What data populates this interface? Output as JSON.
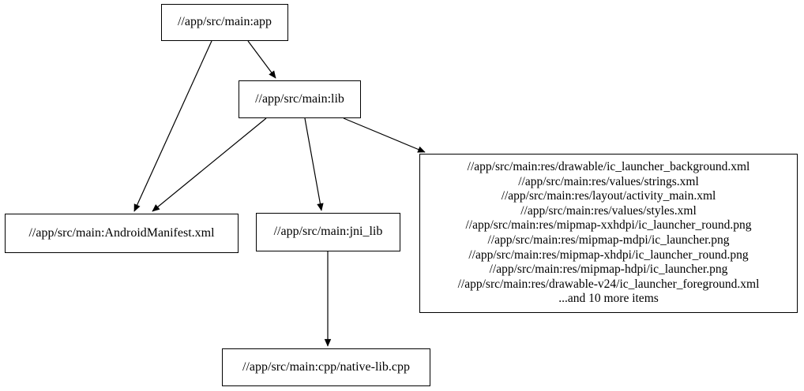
{
  "graph": {
    "type": "directed-dependency-graph",
    "background_color": "#ffffff",
    "node_border_color": "#000000",
    "edge_color": "#000000",
    "nodes": {
      "app": {
        "label": "//app/src/main:app"
      },
      "lib": {
        "label": "//app/src/main:lib"
      },
      "android_manifest": {
        "label": "//app/src/main:AndroidManifest.xml"
      },
      "jni_lib": {
        "label": "//app/src/main:jni_lib"
      },
      "resources": {
        "lines": [
          "//app/src/main:res/drawable/ic_launcher_background.xml",
          "//app/src/main:res/values/strings.xml",
          "//app/src/main:res/layout/activity_main.xml",
          "//app/src/main:res/values/styles.xml",
          "//app/src/main:res/mipmap-xxhdpi/ic_launcher_round.png",
          "//app/src/main:res/mipmap-mdpi/ic_launcher.png",
          "//app/src/main:res/mipmap-xhdpi/ic_launcher_round.png",
          "//app/src/main:res/mipmap-hdpi/ic_launcher.png",
          "//app/src/main:res/drawable-v24/ic_launcher_foreground.xml",
          "...and 10 more items"
        ]
      },
      "native_lib_cpp": {
        "label": "//app/src/main:cpp/native-lib.cpp"
      }
    },
    "edges": [
      {
        "from": "app",
        "to": "android_manifest"
      },
      {
        "from": "app",
        "to": "lib"
      },
      {
        "from": "lib",
        "to": "android_manifest"
      },
      {
        "from": "lib",
        "to": "jni_lib"
      },
      {
        "from": "lib",
        "to": "resources"
      },
      {
        "from": "jni_lib",
        "to": "native_lib_cpp"
      }
    ]
  }
}
